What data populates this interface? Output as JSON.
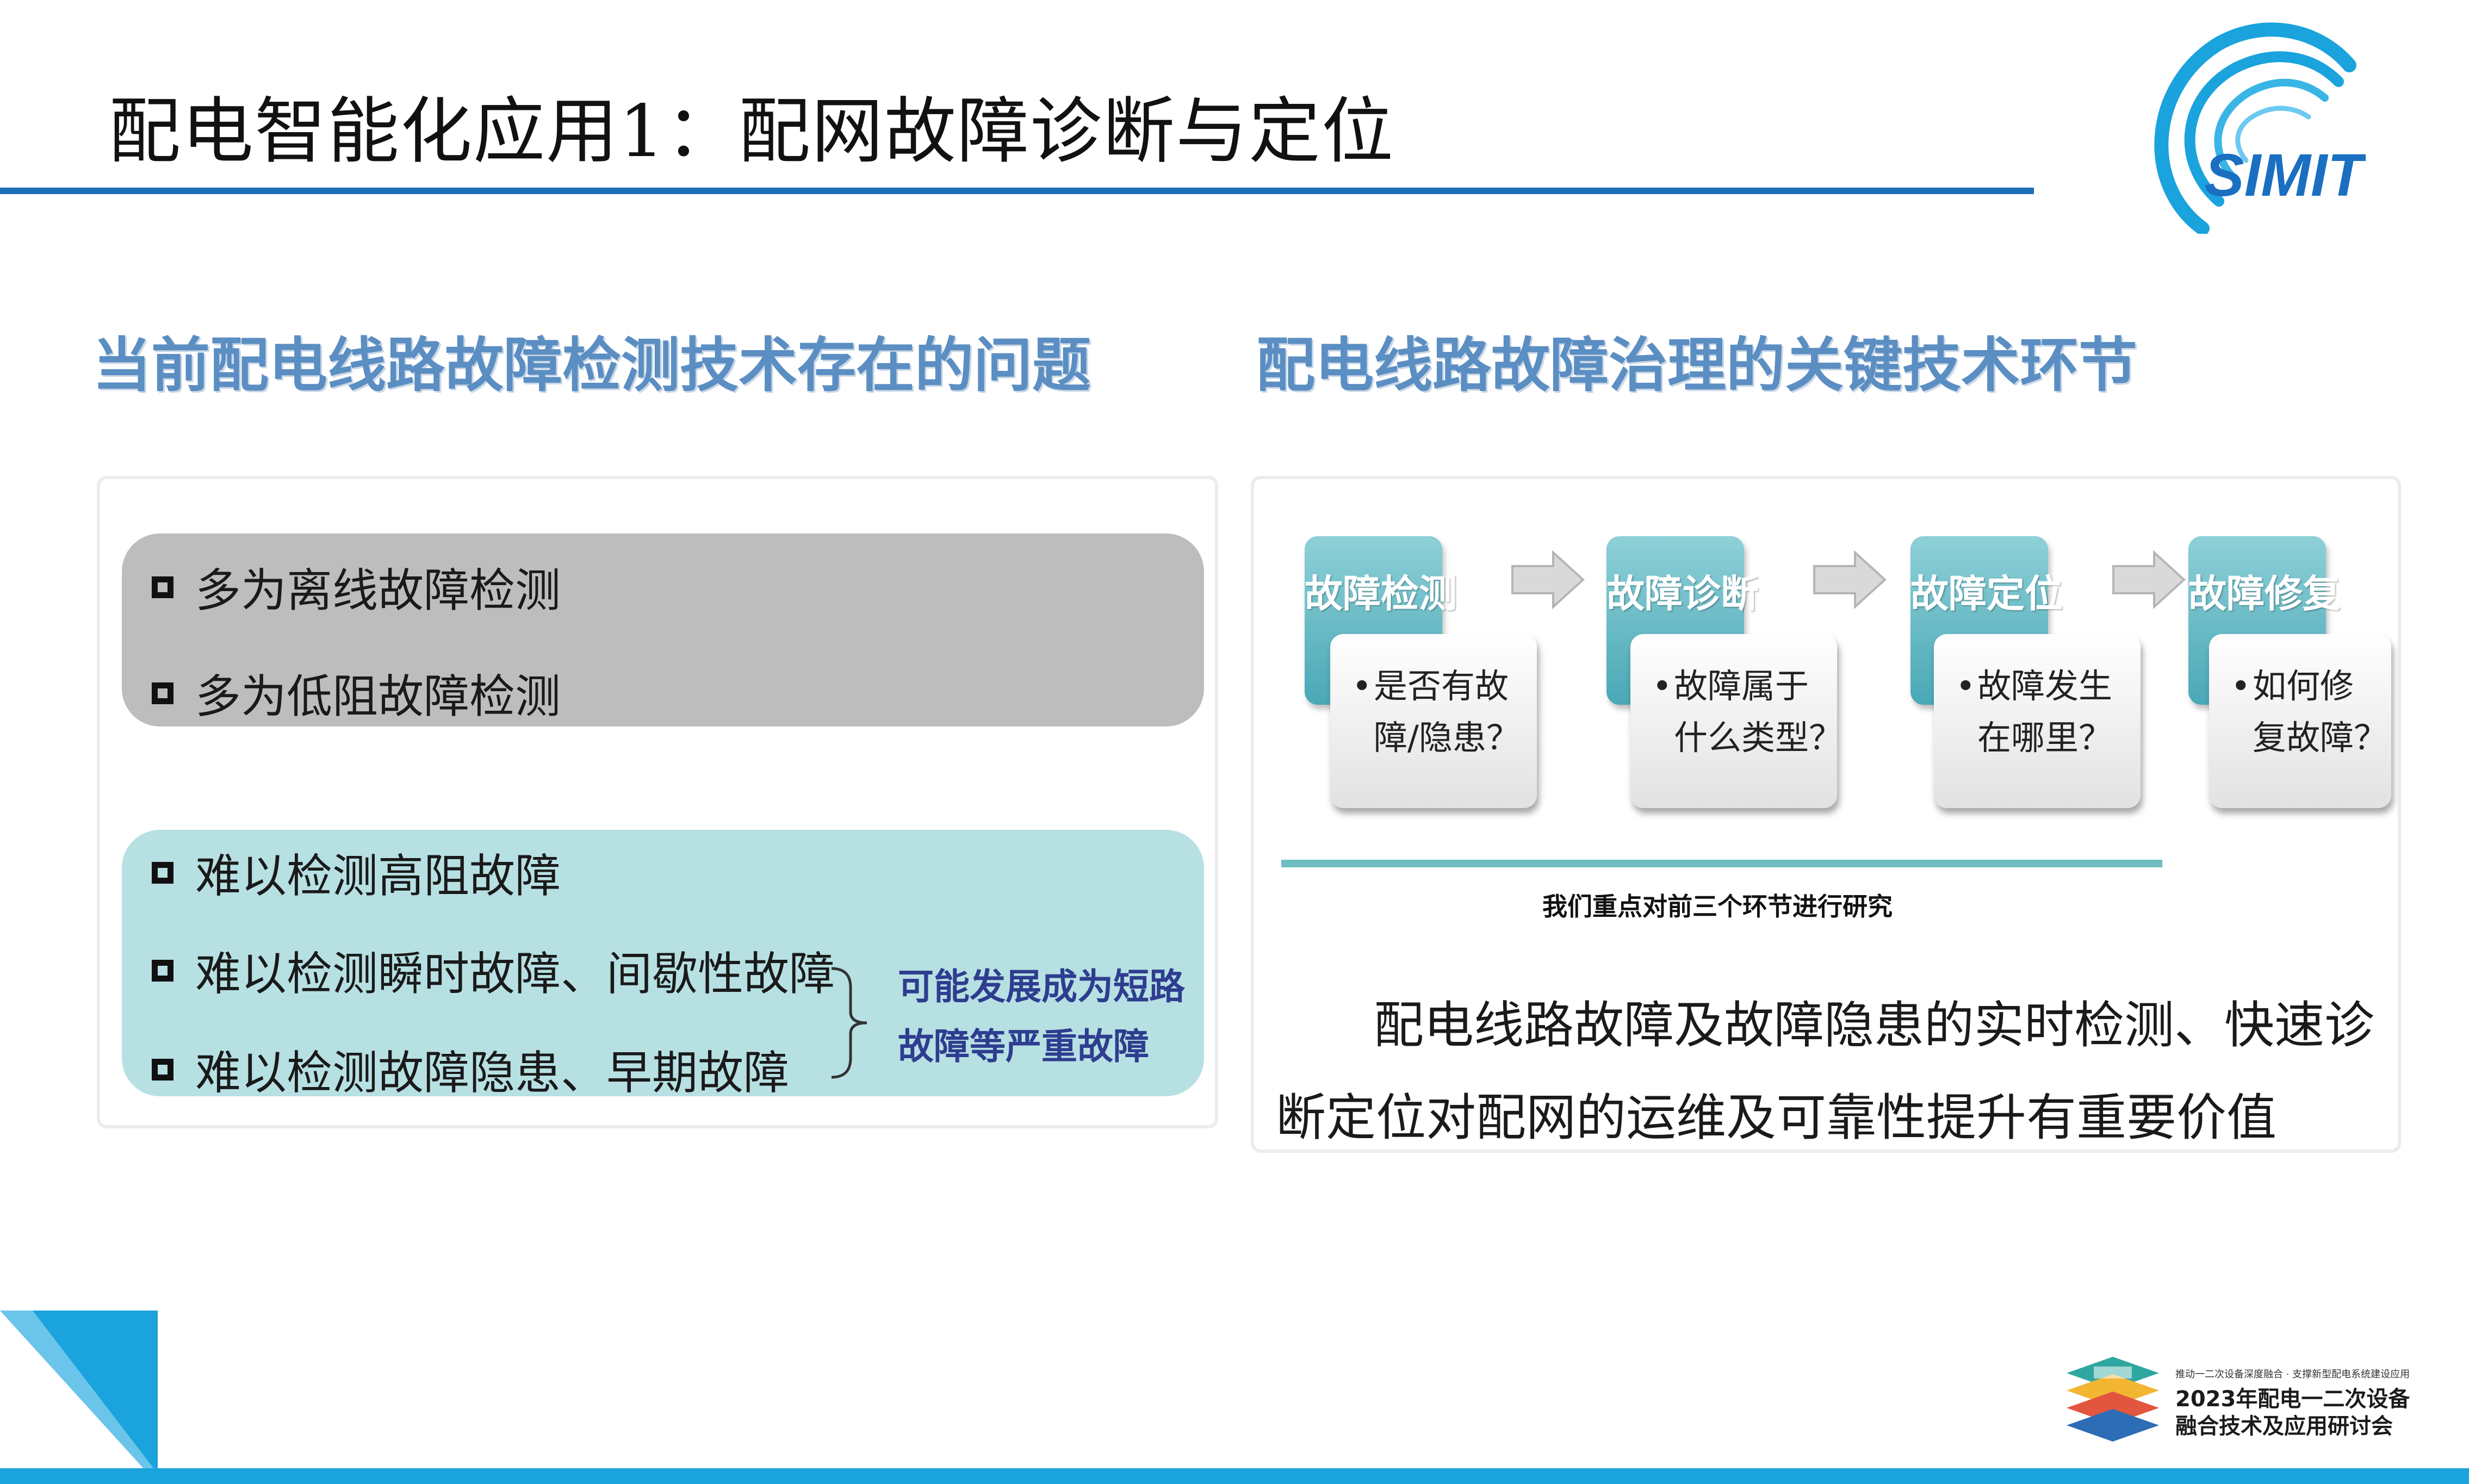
{
  "header": {
    "title": "配电智能化应用1：配网故障诊断与定位",
    "logo_text": "SIMIT"
  },
  "left": {
    "heading": "当前配电线路故障检测技术存在的问题",
    "gray_items": [
      "多为离线故障检测",
      "多为低阻故障检测"
    ],
    "teal_items": [
      "难以检测高阻故障",
      "难以检测瞬时故障、间歇性故障",
      "难以检测故障隐患、早期故障"
    ],
    "note_lines": [
      "可能发展成为短路",
      "故障等严重故障"
    ]
  },
  "right": {
    "heading": "配电线路故障治理的关键技术环节",
    "steps": [
      {
        "title": "故障检测",
        "q1": "是否有故",
        "q2": "障/隐患？"
      },
      {
        "title": "故障诊断",
        "q1": "故障属于",
        "q2": "什么类型？"
      },
      {
        "title": "故障定位",
        "q1": "故障发生",
        "q2": "在哪里？"
      },
      {
        "title": "故障修复",
        "q1": "如何修",
        "q2": "复故障？"
      }
    ],
    "bullet": "•",
    "focus_note": "我们重点对前三个环节进行研究",
    "summary_lines": [
      "配电线路故障及故障隐患的实时检测、快速诊",
      "断定位对配网的运维及可靠性提升有重要价值"
    ]
  },
  "footer": {
    "small_text": "推动一二次设备深度融合 · 支撑新型配电系统建设应用",
    "line1": "2023年配电一二次设备",
    "line2": "融合技术及应用研讨会"
  },
  "colors": {
    "title_rule": "#1f6eb8",
    "heading_blue": "#5b8ec2",
    "gray_box": "#bdbdbd",
    "teal_box": "#b7e0e3",
    "note_navy": "#2e3d8f",
    "step_teal": "#4aa8b6",
    "footer_blue": "#1aa3dc"
  }
}
